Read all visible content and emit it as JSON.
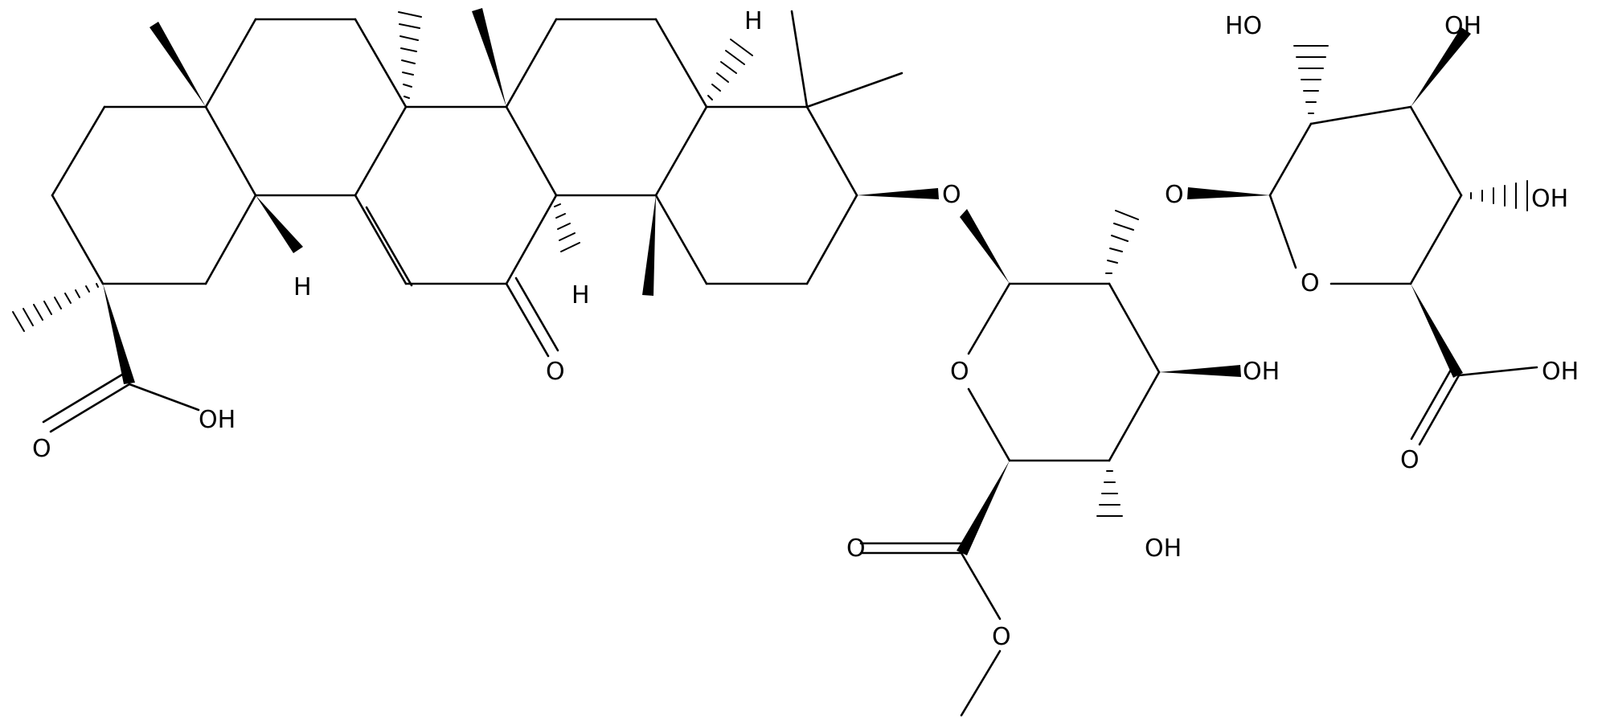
{
  "colors": {
    "background": "#ffffff",
    "ink": "#000000"
  },
  "structure": {
    "labels": {
      "h1": "H",
      "h2": "H",
      "h3": "H",
      "o_ketone": "O",
      "o_acid1": "O",
      "oh_acid1": "OH",
      "o_link1": "O",
      "o_link2": "O",
      "o_ring1": "O",
      "o_ring2": "O",
      "oh_a": "OH",
      "oh_b": "OH",
      "o_ester_carbonyl": "O",
      "o_ester": "O",
      "oh_c": "HO",
      "oh_d": "OH",
      "oh_e": "OH",
      "oh_acid2": "OH",
      "o_acid2": "O"
    }
  }
}
